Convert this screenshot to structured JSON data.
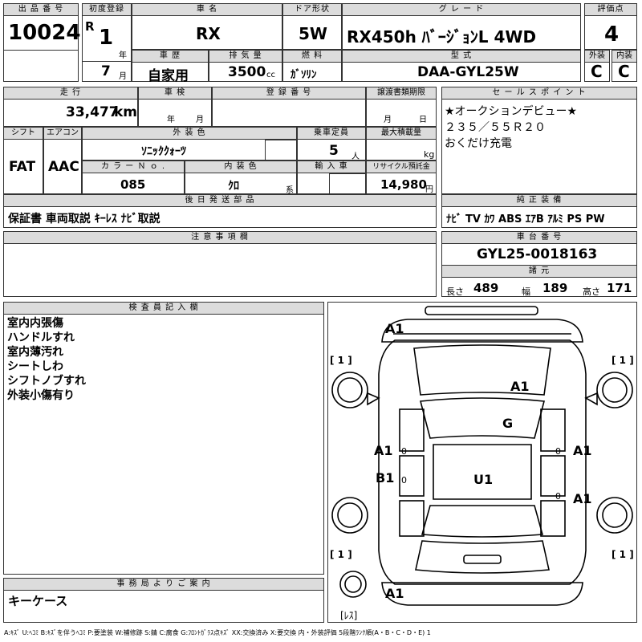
{
  "lot": {
    "label": "出 品 番 号",
    "value": "10024"
  },
  "first_reg": {
    "label": "初度登録",
    "era": "R",
    "year": "1",
    "year_unit": "年",
    "month": "7",
    "month_unit": "月"
  },
  "car_name": {
    "label": "車 名",
    "value": "RX"
  },
  "door": {
    "label": "ドア形状",
    "value": "5W"
  },
  "grade": {
    "label": "グ レ ー ド",
    "value": "RX450h ﾊﾞｰｼﾞｮﾝL 4WD"
  },
  "score": {
    "label": "評価点",
    "value": "4"
  },
  "history": {
    "label": "車 歴",
    "value": "自家用"
  },
  "displacement": {
    "label": "排 気 量",
    "value": "3500",
    "unit": "cc"
  },
  "fuel": {
    "label": "燃 料",
    "value": "ｶﾞｿﾘﾝ"
  },
  "model_code": {
    "label": "型 式",
    "value": "DAA-GYL25W"
  },
  "exterior_score": {
    "label": "外装",
    "value": "C"
  },
  "interior_score": {
    "label": "内装",
    "value": "C"
  },
  "mileage": {
    "label": "走 行",
    "value": "33,477",
    "unit": "km"
  },
  "inspection": {
    "label": "車 検",
    "year_unit": "年",
    "month_unit": "月"
  },
  "reg_number": {
    "label": "登 録 番 号"
  },
  "transfer_deadline": {
    "label": "譲渡書類期限",
    "month_unit": "月",
    "day_unit": "日"
  },
  "sales_point": {
    "label": "セ ー ル ス ポ イ ン ト",
    "lines": [
      "★オークションデビュー★",
      "２３５／５５Ｒ２０",
      "おくだけ充電"
    ]
  },
  "shift": {
    "label": "シフト",
    "value": "FAT"
  },
  "aircon": {
    "label": "エアコン",
    "value": "AAC"
  },
  "exterior_color": {
    "label": "外 装 色",
    "value": "ｿﾆｯｸｸｫｰﾂ"
  },
  "capacity": {
    "label": "乗車定員",
    "value": "5",
    "unit": "人"
  },
  "max_load": {
    "label": "最大積載量",
    "unit": "kg"
  },
  "color_no": {
    "label": "カ ラ ー Ｎ ｏ .",
    "value": "085"
  },
  "interior_color": {
    "label": "内 装 色",
    "value": "ｸﾛ",
    "unit": "系"
  },
  "import": {
    "label": "輸 入 車"
  },
  "recycle": {
    "label": "リサイクル預託金",
    "value": "14,980",
    "unit": "円"
  },
  "later_parts": {
    "label": "後 日 発 送 部 品",
    "value": "保証書 車両取説 ｷｰﾚｽ ﾅﾋﾞ取説"
  },
  "equipment": {
    "label": "純 正 装 備",
    "value": "ﾅﾋﾞ TV ｶﾜ ABS ｴｱB ｱﾙﾐ PS PW"
  },
  "notes": {
    "label": "注 意 事 項 欄"
  },
  "chassis": {
    "label": "車 台 番 号",
    "value": "GYL25-0018163"
  },
  "dims": {
    "label": "諸 元",
    "length_label": "長さ",
    "length": "489",
    "width_label": "幅",
    "width": "189",
    "height_label": "高さ",
    "height": "171"
  },
  "inspector": {
    "label": "検 査 員 記 入 欄",
    "lines": [
      "室内内張傷",
      "ハンドルすれ",
      "室内薄汚れ",
      "シートしわ",
      "シフトノブすれ",
      "外装小傷有り"
    ]
  },
  "office": {
    "label": "事 務 局 よ り ご 案 内",
    "value": "キーケース"
  },
  "diagram": {
    "marks": [
      {
        "text": "A1",
        "id": "front-bumper"
      },
      {
        "text": "A1",
        "id": "hood"
      },
      {
        "text": "G",
        "id": "windshield"
      },
      {
        "text": "A1",
        "id": "left-front-door"
      },
      {
        "text": "B1",
        "id": "left-rear-door"
      },
      {
        "text": "U1",
        "id": "roof"
      },
      {
        "text": "A1",
        "id": "right-front-door"
      },
      {
        "text": "A1",
        "id": "right-rear-door"
      },
      {
        "text": "A1",
        "id": "rear-bumper"
      }
    ],
    "tires": [
      "[ 1 ]",
      "[ 1 ]",
      "[ 1 ]",
      "[ 1 ]"
    ],
    "spare": "[ﾚｽ]"
  },
  "legend": "A:ｷｽﾞ U:ﾍｺﾐ B:ｷｽﾞを伴うﾍｺﾐ P:要塗装 W:補修跡 S:錆 C:腐食 G:ﾌﾛﾝﾄｶﾞﾗｽ点ｷｽﾞ XX:交換済み X:要交換 内・外装評価 5段階ﾗﾝｸ順(A・B・C・D・E) 1"
}
